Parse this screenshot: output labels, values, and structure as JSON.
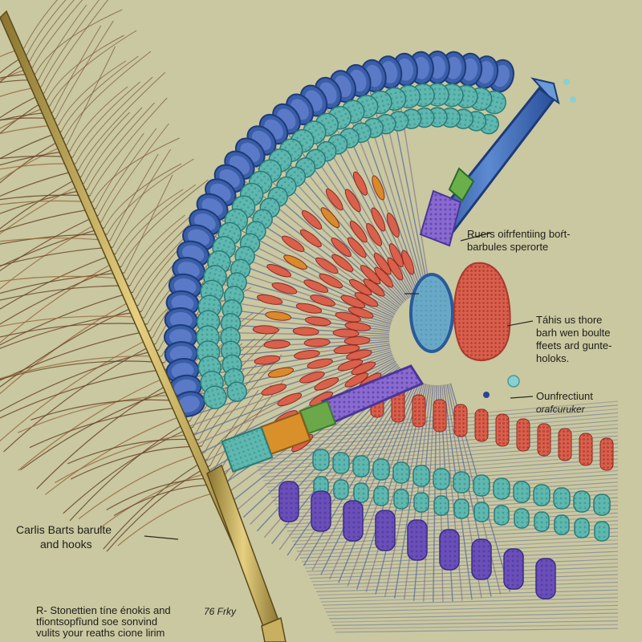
{
  "labels": {
    "barbules_line1": "Ruers oifrfentiing boŕt-",
    "barbules_line2": "barbules sperorte",
    "barb_line1": "Táhis us thore",
    "barb_line2": "barh wen boulte",
    "barb_line3": "ffeets ard gunte-",
    "barb_line4": "holoks.",
    "function_line1": "Ounfrectiunt",
    "function_line2": "orafcuruker",
    "shaft_line1": "Carlis Barts barulte",
    "shaft_line2": "and hooks",
    "caption_line1": "R- Stonettien tíne énokis and",
    "caption_line2": "tfiontsopfîund soe sonvind",
    "caption_line3": "vulits your reaths cione lirim",
    "caption_tag": "76 Frky"
  },
  "colors": {
    "background": "#c9c8a0",
    "teal_cell": "#5fb8b0",
    "blue_cell": "#3a5fa8",
    "red_cell": "#d9604a",
    "purple_cell": "#6a4fb8",
    "shaft": "#c8b060",
    "feather": "#7a5030",
    "orange_cell": "#d98a2a",
    "green_cell": "#7ab04a"
  }
}
